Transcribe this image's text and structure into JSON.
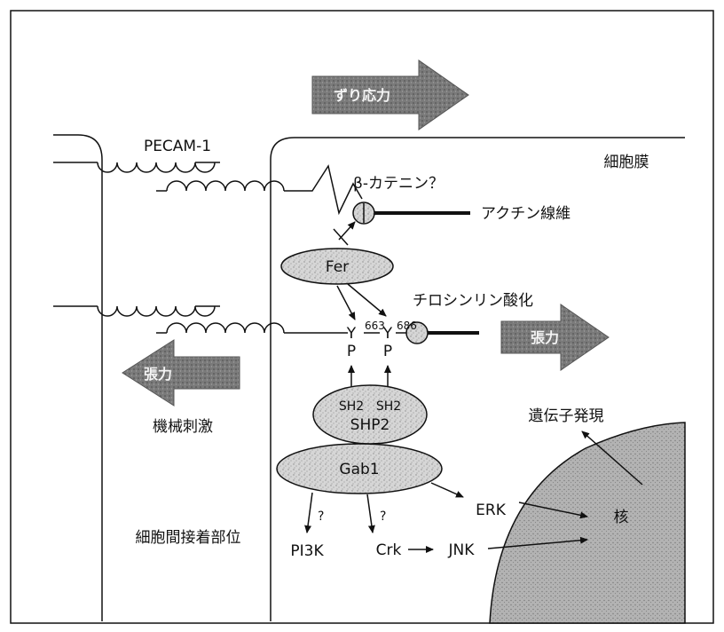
{
  "colors": {
    "line": "#111111",
    "shade_light": "#cfcfcf",
    "shade_dark": "#6e6e6e",
    "nucleus": "#a9a9a9",
    "background": "#ffffff"
  },
  "labels": {
    "shear_stress": "ずり応力",
    "pecam": "PECAM-1",
    "membrane": "細胞膜",
    "beta_catenin": "β-カテニン？",
    "actin": "アクチン線維",
    "fer": "Fer",
    "tyr_phos": "チロシンリン酸化",
    "y663": "Y",
    "y686": "Y",
    "n663": "663",
    "n686": "686",
    "p1": "P",
    "p2": "P",
    "tension_right": "張力",
    "tension_left": "張力",
    "mech_stim": "機械刺激",
    "sh2_a": "SH2",
    "sh2_b": "SH2",
    "shp2": "SHP2",
    "gab1": "Gab1",
    "gene_expr": "遺伝子発現",
    "nucleus": "核",
    "erk": "ERK",
    "jnk": "JNK",
    "crk": "Crk",
    "pi3k": "PI3K",
    "q1": "?",
    "q2": "?",
    "junction": "細胞間接着部位"
  }
}
